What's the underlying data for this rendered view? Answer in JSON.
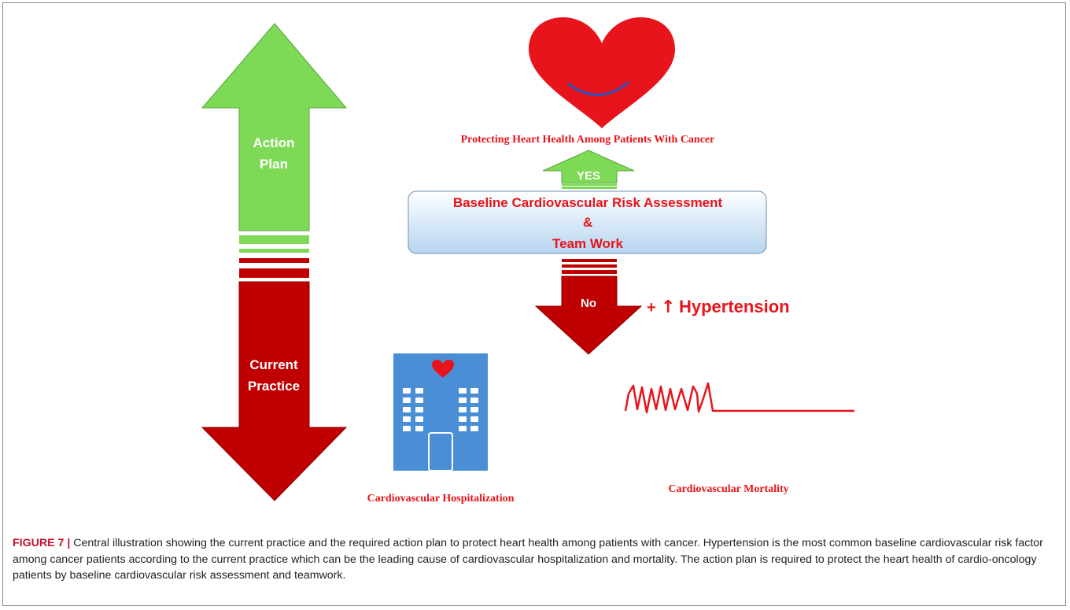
{
  "diagram": {
    "left_arrow": {
      "up_label_line1": "Action",
      "up_label_line2": "Plan",
      "down_label_line1": "Current",
      "down_label_line2": "Practice"
    },
    "heart_outcome": "Protecting Heart Health Among Patients With Cancer",
    "yes_label": "YES",
    "center_box": {
      "line1": "Baseline Cardiovascular Risk Assessment",
      "line2": "&",
      "line3": "Team Work"
    },
    "no_label": "No",
    "hypertension": {
      "prefix": "+",
      "arrow": "↑",
      "label": "Hypertension"
    },
    "hospitalization_label": "Cardiovascular Hospitalization",
    "mortality_label": "Cardiovascular Mortality",
    "colors": {
      "green": "#7ed957",
      "red": "#c00000",
      "bright_red": "#e8141b",
      "building_blue": "#4a8fd6",
      "box_gradient_top": "#ffffff",
      "box_gradient_bottom": "#b5d5ef"
    }
  },
  "caption": {
    "label": "FIGURE 7 |",
    "text": " Central illustration showing the current practice and the required action plan to protect heart health among patients with cancer. Hypertension is the most common baseline cardiovascular risk factor among cancer patients according to the current practice which can be the leading cause of cardiovascular hospitalization and mortality. The action plan is required to protect the heart health of cardio-oncology patients by baseline cardiovascular risk assessment and teamwork."
  }
}
